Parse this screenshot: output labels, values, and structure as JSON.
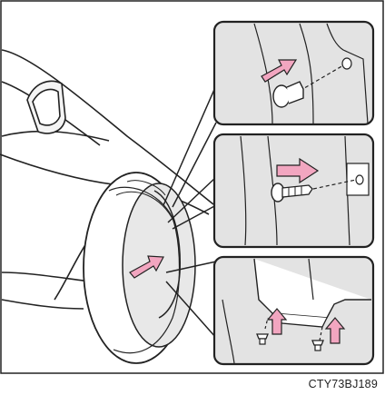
{
  "figure": {
    "code": "CTY73BJ189",
    "panels": [
      {
        "name": "upper-detail",
        "subject": "clip-fastener"
      },
      {
        "name": "middle-detail",
        "subject": "screw-fastener"
      },
      {
        "name": "lower-detail",
        "subject": "bottom-clips"
      }
    ]
  },
  "colors": {
    "arrow": "#f2a6c0",
    "arrow_stroke": "#222222",
    "panel_bg": "#e3e3e3",
    "outline": "#222222"
  }
}
